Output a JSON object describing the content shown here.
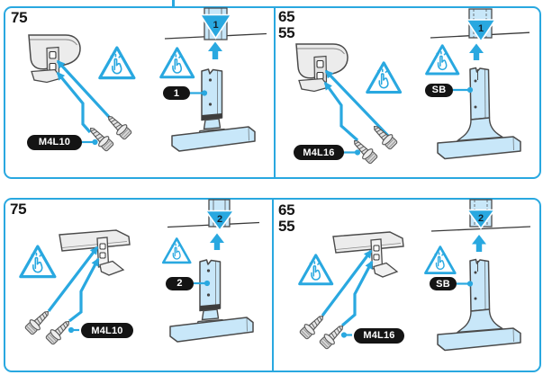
{
  "colors": {
    "accent_blue": "#29A8E0",
    "stand_fill": "#C8E7F9",
    "label_pill_bg": "#141414",
    "label_pill_text": "#FFFFFF",
    "tv_gray": "#ECECEC",
    "outline_gray": "#4A4A4A"
  },
  "icons": {
    "caution": "pinch-hazard-triangle-icon",
    "insert_direction": "up-arrow-icon",
    "screw": "screw-icon"
  },
  "panels": [
    {
      "sizes": [
        "75"
      ],
      "screw": "M4L10",
      "stand": "1",
      "step": "1"
    },
    {
      "sizes": [
        "65",
        "55"
      ],
      "screw": "M4L16",
      "stand": "SB",
      "step": "1"
    },
    {
      "sizes": [
        "75"
      ],
      "screw": "M4L10",
      "stand": "2",
      "step": "2"
    },
    {
      "sizes": [
        "65",
        "55"
      ],
      "screw": "M4L16",
      "stand": "SB",
      "step": "2"
    }
  ]
}
